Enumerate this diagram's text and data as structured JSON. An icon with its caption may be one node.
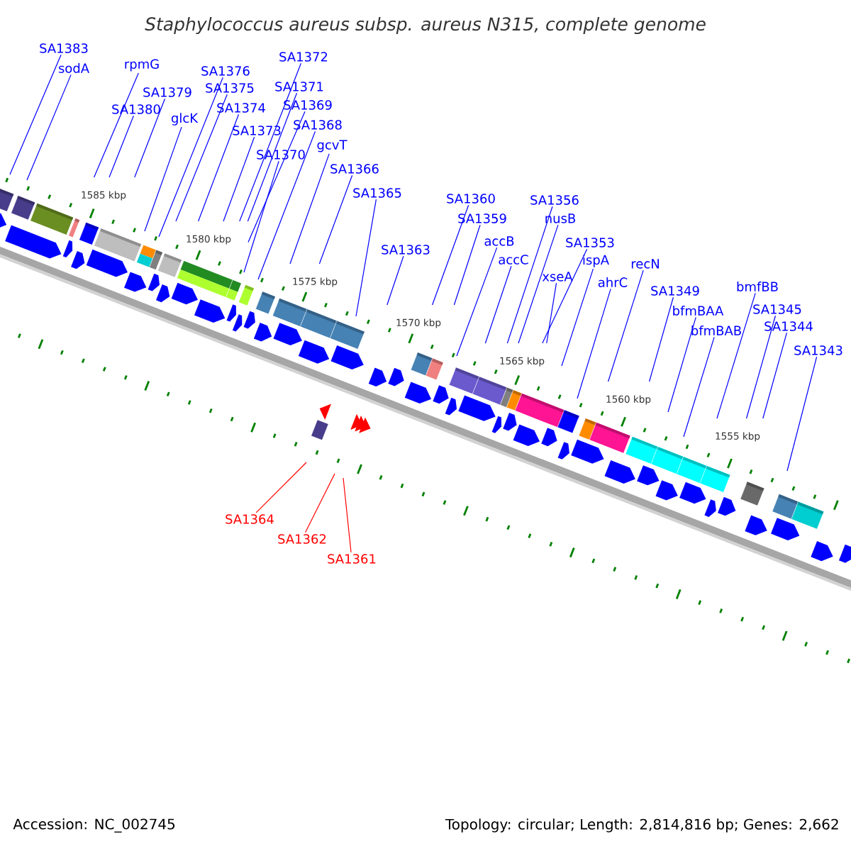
{
  "diagram": {
    "title": "Staphylococcus aureus subsp. aureus N315, complete genome",
    "nodes": [
      {
        "text": [
          "SA1383"
        ]
      },
      {
        "text": [
          "sodA"
        ]
      },
      {
        "text": [
          "rpmG"
        ]
      },
      {
        "text": [
          "SA1380"
        ]
      },
      {
        "text": [
          "SA1379"
        ]
      },
      {
        "text": [
          "glcK"
        ]
      },
      {
        "text": [
          "SA1376"
        ]
      },
      {
        "text": [
          "SA1375"
        ]
      },
      {
        "text": [
          "SA1374"
        ]
      },
      {
        "text": [
          "SA1373"
        ]
      },
      {
        "text": [
          "SA1372"
        ]
      },
      {
        "text": [
          "SA1371"
        ]
      },
      {
        "text": [
          "SA1369"
        ]
      },
      {
        "text": [
          "SA1370"
        ]
      },
      {
        "text": [
          "SA1368"
        ]
      },
      {
        "text": [
          "gcvT"
        ]
      },
      {
        "text": [
          "SA1366"
        ]
      },
      {
        "text": [
          "SA1365"
        ]
      },
      {
        "text": [
          "SA1364"
        ]
      },
      {
        "text": [
          "SA1363"
        ]
      },
      {
        "text": [
          "SA1362"
        ]
      },
      {
        "text": [
          "SA1361"
        ]
      },
      {
        "text": [
          "SA1360"
        ]
      },
      {
        "text": [
          "SA1359"
        ]
      },
      {
        "text": [
          "accB"
        ]
      },
      {
        "text": [
          "accC"
        ]
      },
      {
        "text": [
          "SA1356"
        ]
      },
      {
        "text": [
          "nusB"
        ]
      },
      {
        "text": [
          "SA1353"
        ]
      },
      {
        "text": [
          "xseA"
        ]
      },
      {
        "text": [
          "ispA"
        ]
      },
      {
        "text": [
          "ahrC"
        ]
      },
      {
        "text": [
          "recN"
        ]
      },
      {
        "text": [
          "SA1349"
        ]
      },
      {
        "text": [
          "bfmBAA"
        ]
      },
      {
        "text": [
          "bfmBAB"
        ]
      },
      {
        "text": [
          "bmfBB"
        ]
      },
      {
        "text": [
          "SA1345"
        ]
      },
      {
        "text": [
          "SA1344"
        ]
      },
      {
        "text": [
          "SA1343"
        ]
      }
    ],
    "edges": [
      {
        "from": 0,
        "to": null,
        "arrow": "none"
      },
      {
        "from": 1,
        "to": null,
        "arrow": "none"
      },
      {
        "from": 2,
        "to": null,
        "arrow": "none"
      },
      {
        "from": 3,
        "to": null,
        "arrow": "none"
      },
      {
        "from": 4,
        "to": null,
        "arrow": "none"
      },
      {
        "from": 5,
        "to": null,
        "arrow": "none"
      },
      {
        "from": 6,
        "to": null,
        "arrow": "none"
      },
      {
        "from": 7,
        "to": null,
        "arrow": "none"
      },
      {
        "from": 8,
        "to": null,
        "arrow": "none"
      },
      {
        "from": 9,
        "to": null,
        "arrow": "none"
      },
      {
        "from": 10,
        "to": null,
        "arrow": "none"
      },
      {
        "from": 11,
        "to": null,
        "arrow": "none"
      },
      {
        "from": 12,
        "to": null,
        "arrow": "none"
      },
      {
        "from": 13,
        "to": null,
        "arrow": "none"
      },
      {
        "from": 14,
        "to": null,
        "arrow": "none"
      },
      {
        "from": 15,
        "to": null,
        "arrow": "none"
      },
      {
        "from": 16,
        "to": null,
        "arrow": "none"
      },
      {
        "from": 17,
        "to": null,
        "arrow": "none"
      },
      {
        "from": 18,
        "to": null,
        "arrow": "none",
        "color": "#ff0000"
      },
      {
        "from": 19,
        "to": null,
        "arrow": "none"
      },
      {
        "from": 20,
        "to": null,
        "arrow": "none",
        "color": "#ff0000"
      },
      {
        "from": 21,
        "to": null,
        "arrow": "none",
        "color": "#ff0000"
      },
      {
        "from": 22,
        "to": null,
        "arrow": "none"
      },
      {
        "from": 23,
        "to": null,
        "arrow": "none"
      },
      {
        "from": 24,
        "to": null,
        "arrow": "none"
      },
      {
        "from": 25,
        "to": null,
        "arrow": "none"
      },
      {
        "from": 26,
        "to": null,
        "arrow": "none"
      },
      {
        "from": 27,
        "to": null,
        "arrow": "none"
      },
      {
        "from": 28,
        "to": null,
        "arrow": "none"
      },
      {
        "from": 29,
        "to": null,
        "arrow": "none"
      },
      {
        "from": 30,
        "to": null,
        "arrow": "none"
      },
      {
        "from": 31,
        "to": null,
        "arrow": "none"
      },
      {
        "from": 32,
        "to": null,
        "arrow": "none"
      },
      {
        "from": 33,
        "to": null,
        "arrow": "none"
      },
      {
        "from": 34,
        "to": null,
        "arrow": "none"
      },
      {
        "from": 35,
        "to": null,
        "arrow": "none"
      },
      {
        "from": 36,
        "to": null,
        "arrow": "none"
      },
      {
        "from": 37,
        "to": null,
        "arrow": "none"
      },
      {
        "from": 38,
        "to": null,
        "arrow": "none"
      },
      {
        "from": 39,
        "to": null,
        "arrow": "none"
      }
    ],
    "labels": [
      "1585 kbp",
      "1580 kbp",
      "1575 kbp",
      "1570 kbp",
      "1565 kbp",
      "1560 kbp",
      "1555 kbp",
      "Accession: NC_002745",
      "Topology: circular; Length: 2,814,816 bp; Genes: 2,662"
    ]
  }
}
